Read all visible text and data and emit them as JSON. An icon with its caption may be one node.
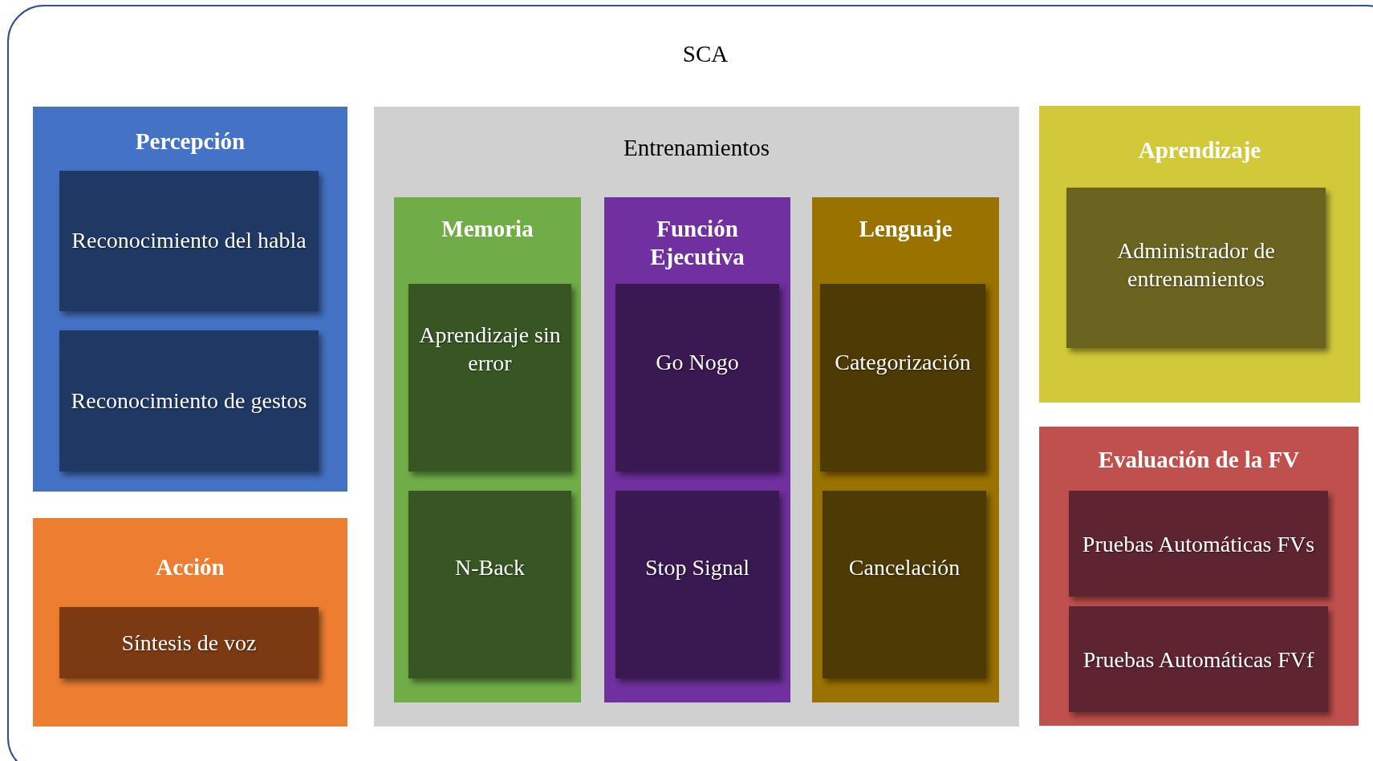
{
  "diagram": {
    "nodes": [
      {
        "text": [
          "SCA"
        ]
      },
      {
        "text": [
          "Percepción"
        ],
        "in": 0
      },
      {
        "text": [
          "Reconocimiento del habla"
        ],
        "in": 1
      },
      {
        "text": [
          "Reconocimiento de gestos"
        ],
        "in": 1
      },
      {
        "text": [
          "Acción"
        ],
        "in": 0
      },
      {
        "text": [
          "Síntesis de voz"
        ],
        "in": 4
      },
      {
        "text": [
          "Entrenamientos"
        ],
        "in": 0
      },
      {
        "text": [
          "Memoria"
        ],
        "in": 6
      },
      {
        "text": [
          "Aprendizaje sin error"
        ],
        "in": 7
      },
      {
        "text": [
          "N-Back"
        ],
        "in": 7
      },
      {
        "text": [
          "Función Ejecutiva"
        ],
        "in": 6
      },
      {
        "text": [
          "Go Nogo"
        ],
        "in": 10
      },
      {
        "text": [
          "Stop Signal"
        ],
        "in": 10
      },
      {
        "text": [
          "Lenguaje"
        ],
        "in": 6
      },
      {
        "text": [
          "Categorización"
        ],
        "in": 13
      },
      {
        "text": [
          "Cancelación"
        ],
        "in": 13
      },
      {
        "text": [
          "Aprendizaje"
        ],
        "in": 0
      },
      {
        "text": [
          "Administrador de entrenamientos"
        ],
        "in": 16
      },
      {
        "text": [
          "Evaluación de la FV"
        ],
        "in": 0
      },
      {
        "text": [
          "Pruebas Automáticas FVs"
        ],
        "in": 18
      },
      {
        "text": [
          "Pruebas Automáticas FVf"
        ],
        "in": 18
      }
    ]
  }
}
